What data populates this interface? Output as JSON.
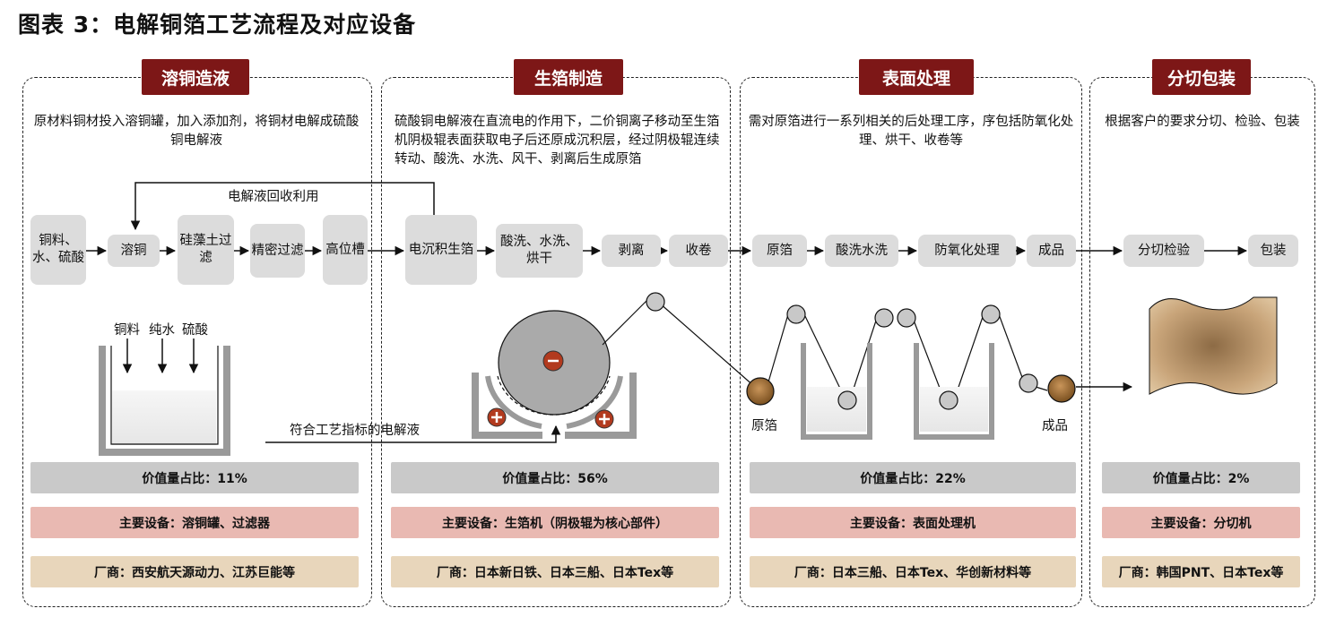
{
  "title": "图表 3：电解铜箔工艺流程及对应设备",
  "stages": [
    {
      "name": "溶铜造液",
      "description": "原材料铜材投入溶铜罐，加入添加剂，将铜材电解成硫酸铜电解液",
      "value_share": "价值量占比：11%",
      "equipment": "主要设备：溶铜罐、过滤器",
      "vendors": "厂商：西安航天源动力、江苏巨能等"
    },
    {
      "name": "生箔制造",
      "description": "硫酸铜电解液在直流电的作用下，二价铜离子移动至生箔机阴极辊表面获取电子后还原成沉积层，经过阴极辊连续转动、酸洗、水洗、风干、剥离后生成原箔",
      "value_share": "价值量占比：56%",
      "equipment": "主要设备：生箔机（阴极辊为核心部件）",
      "vendors": "厂商：日本新日铁、日本三船、日本Tex等"
    },
    {
      "name": "表面处理",
      "description": "需对原箔进行一系列相关的后处理工序，序包括防氧化处理、烘干、收卷等",
      "value_share": "价值量占比：22%",
      "equipment": "主要设备：表面处理机",
      "vendors": "厂商：日本三船、日本Tex、华创新材料等"
    },
    {
      "name": "分切包装",
      "description": "根据客户的要求分切、检验、包装",
      "value_share": "价值量占比：2%",
      "equipment": "主要设备：分切机",
      "vendors": "厂商：韩国PNT、日本Tex等"
    }
  ],
  "flow": {
    "recycle_label": "电解液回收利用",
    "steps": [
      "铜料、水、硫酸",
      "溶铜",
      "硅藻土过滤",
      "精密过滤",
      "高位槽",
      "电沉积生箔",
      "酸洗、水洗、烘干",
      "剥离",
      "收卷",
      "原箔",
      "酸洗水洗",
      "防氧化处理",
      "成品",
      "分切检验",
      "包装"
    ]
  },
  "illustration": {
    "inputs": [
      "铜料",
      "纯水",
      "硫酸"
    ],
    "electrolyte_label": "符合工艺指标的电解液",
    "raw_foil_label": "原箔",
    "product_label": "成品"
  }
}
